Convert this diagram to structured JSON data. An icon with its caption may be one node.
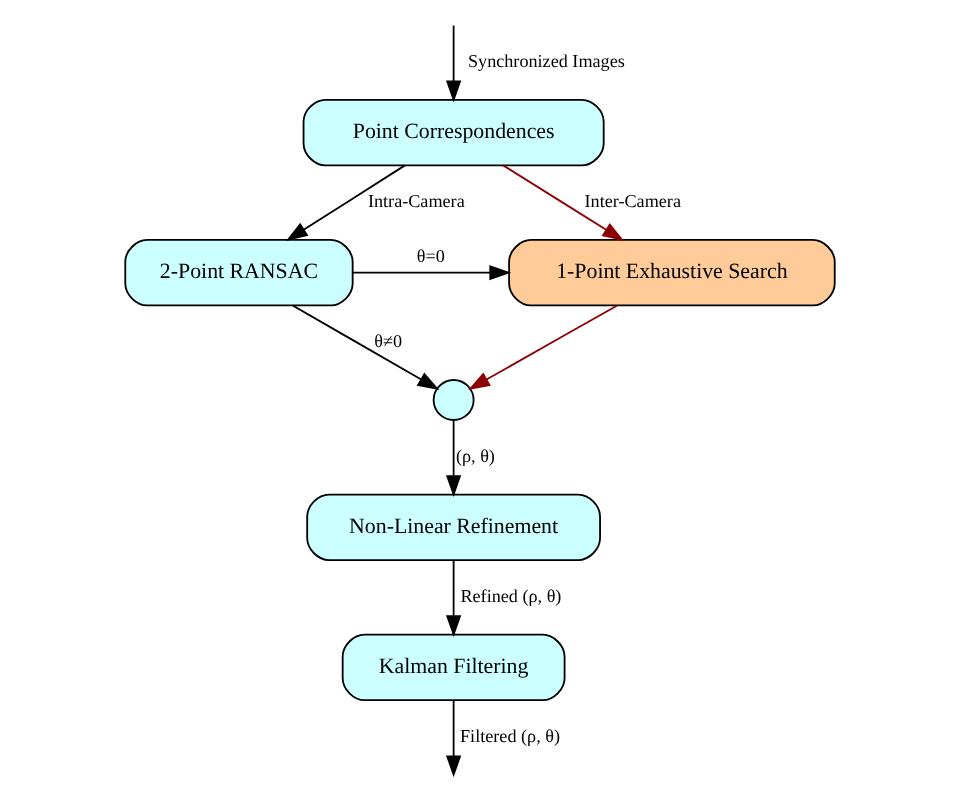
{
  "diagram": {
    "nodes": [
      {
        "text": [
          "Point Correspondences"
        ]
      },
      {
        "text": [
          "2-Point RANSAC"
        ]
      },
      {
        "text": [
          "1-Point Exhaustive Search"
        ]
      },
      {
        "text": [],
        "shape": "circle"
      },
      {
        "text": [
          "Non-Linear Refinement"
        ]
      },
      {
        "text": [
          "Kalman Filtering"
        ]
      }
    ],
    "edges": [
      {
        "from": null,
        "to": 0,
        "arrow": "to",
        "label": "Synchronized Images"
      },
      {
        "from": 0,
        "to": 1,
        "arrow": "to",
        "label": "Intra-Camera"
      },
      {
        "from": 0,
        "to": 2,
        "arrow": "to",
        "label": "Inter-Camera",
        "color": "#8b0000"
      },
      {
        "from": 1,
        "to": 2,
        "arrow": "to",
        "label": "θ=0"
      },
      {
        "from": 1,
        "to": 3,
        "arrow": "to",
        "label": "θ≠0"
      },
      {
        "from": 2,
        "to": 3,
        "arrow": "to",
        "color": "#8b0000"
      },
      {
        "from": 3,
        "to": 4,
        "arrow": "to",
        "label": "(ρ, θ)"
      },
      {
        "from": 4,
        "to": 5,
        "arrow": "to",
        "label": "Refined (ρ, θ)"
      },
      {
        "from": 5,
        "to": null,
        "arrow": "to",
        "label": "Filtered (ρ, θ)"
      }
    ]
  }
}
